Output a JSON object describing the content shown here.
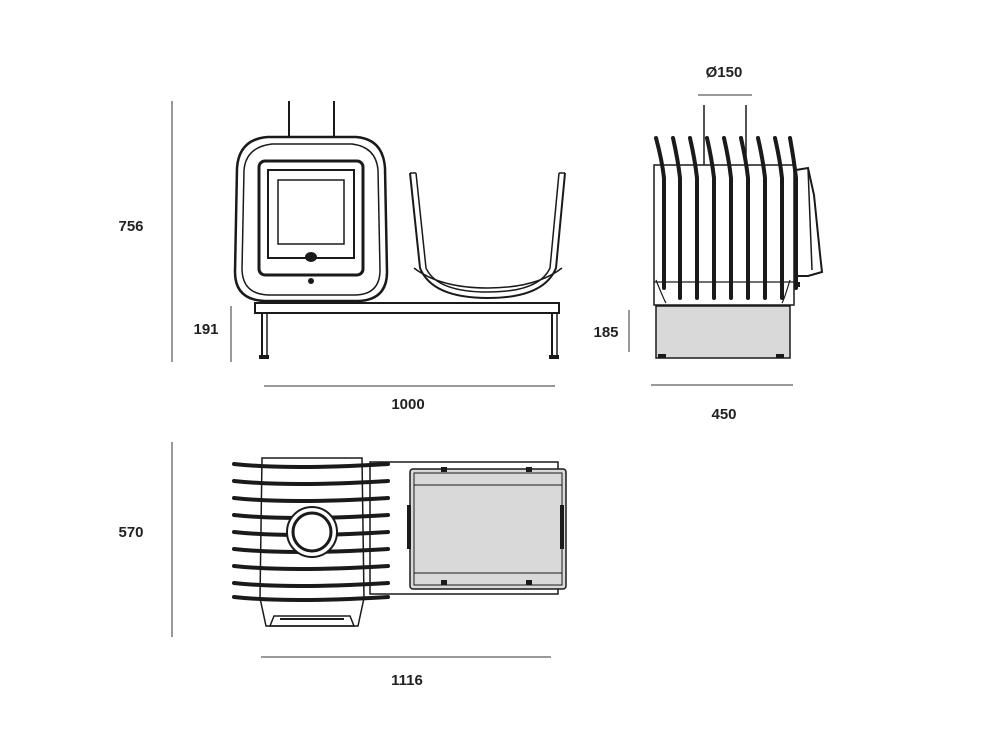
{
  "dimensions": {
    "front_height": "756",
    "bench_height": "191",
    "front_width": "1000",
    "flue_diameter": "Ø150",
    "side_bench_height": "185",
    "side_depth": "450",
    "top_depth": "570",
    "top_width": "1116"
  },
  "colors": {
    "line": "#1a1a1a",
    "fill_grey": "#d9d9d9",
    "background": "#ffffff"
  }
}
